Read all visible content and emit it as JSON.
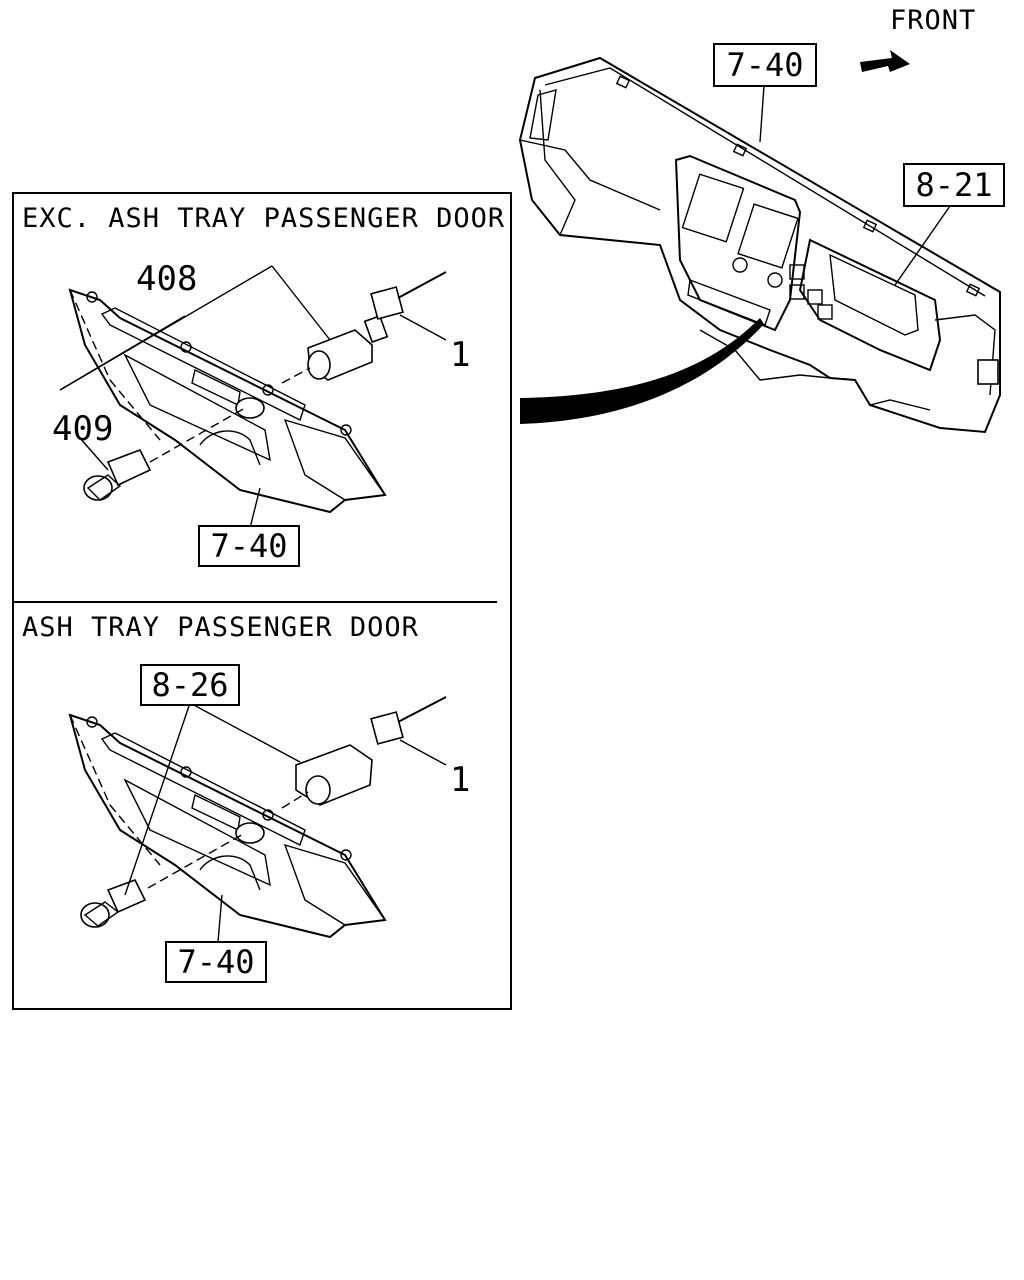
{
  "header": {
    "front_label": "FRONT"
  },
  "panel_top": {
    "heading": "EXC. ASH TRAY PASSENGER DOOR",
    "callouts": {
      "switch_assembly": "408",
      "switch_knob": "409",
      "connector": "1"
    },
    "ref_box": "7-40"
  },
  "panel_bottom": {
    "heading": "ASH TRAY PASSENGER DOOR",
    "ref_box_upper": "8-26",
    "callouts": {
      "connector": "1"
    },
    "ref_box_lower": "7-40"
  },
  "dashboard": {
    "ref_box_top": "7-40",
    "ref_box_right": "8-21"
  }
}
